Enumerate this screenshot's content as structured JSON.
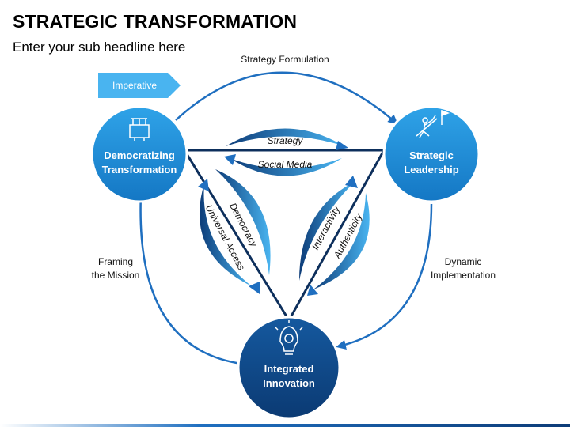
{
  "header": {
    "title": "STRATEGIC TRANSFORMATION",
    "subtitle": "Enter your sub headline here"
  },
  "imperative_label": "Imperative",
  "nodes": {
    "left": {
      "line1": "Democratizing",
      "line2": "Transformation",
      "icon": "transformer-icon"
    },
    "right": {
      "line1": "Strategic",
      "line2": "Leadership",
      "icon": "climber-flag-icon"
    },
    "bottom": {
      "line1": "Integrated",
      "line2": "Innovation",
      "icon": "lightbulb-gear-icon"
    }
  },
  "outer_labels": {
    "top": "Strategy Formulation",
    "left_line1": "Framing",
    "left_line2": "the Mission",
    "right_line1": "Dynamic",
    "right_line2": "Implementation"
  },
  "inner_labels": {
    "strategy": "Strategy",
    "social_media": "Social Media",
    "democracy": "Democracy",
    "universal_access": "Universal Access",
    "interactivity": "Interactivity",
    "authenticity": "Authenticity"
  },
  "colors": {
    "node_light": "#1a8ed8",
    "node_dark": "#0d4a8c",
    "arrow": "#1f6fc0",
    "accent_light": "#49b4f0"
  }
}
